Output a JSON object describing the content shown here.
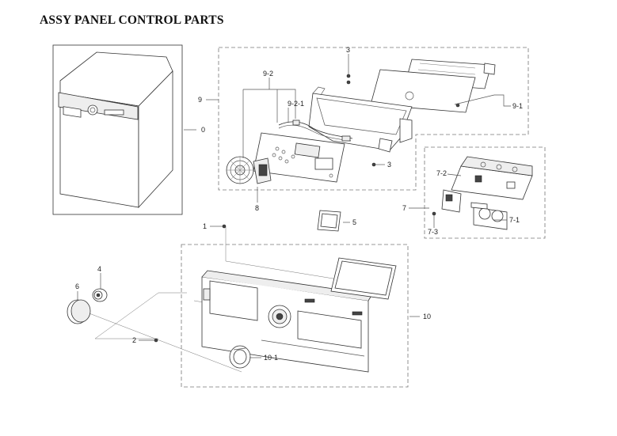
{
  "title": "ASSY PANEL CONTROL PARTS",
  "callouts": {
    "c0": "0",
    "c1": "1",
    "c2": "2",
    "c3a": "3",
    "c3b": "3",
    "c4": "4",
    "c5": "5",
    "c6": "6",
    "c7": "7",
    "c7_1": "7-1",
    "c7_2": "7-2",
    "c7_3": "7-3",
    "c8": "8",
    "c9": "9",
    "c9_1": "9-1",
    "c9_2": "9-2",
    "c9_2_1": "9-2-1",
    "c10": "10",
    "c10_1": "10-1"
  }
}
